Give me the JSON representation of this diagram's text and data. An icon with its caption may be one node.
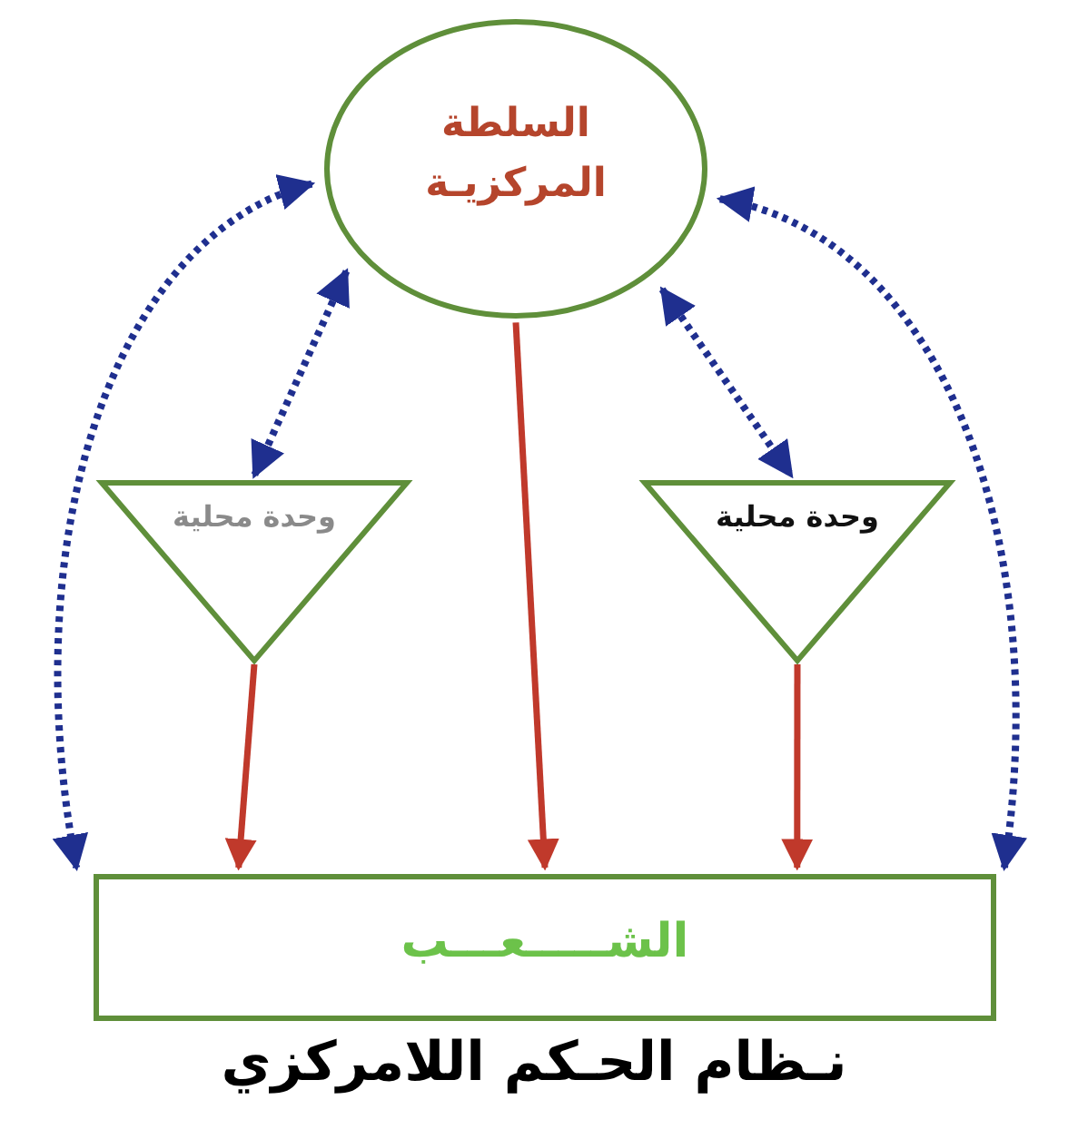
{
  "diagram": {
    "caption": "نـظام الحـكم اللامركزي",
    "nodes": [
      {
        "text": [
          "السلطة المركزيـة"
        ]
      },
      {
        "text": [
          "وحدة محلية"
        ]
      },
      {
        "text": [
          "وحدة محلية"
        ]
      },
      {
        "text": [
          "الشـــــعـــب"
        ]
      }
    ],
    "edges": [
      {
        "from": 0,
        "to": 3,
        "arrow": "both",
        "style": "dashed"
      },
      {
        "from": 0,
        "to": 1,
        "arrow": "both",
        "style": "dashed"
      },
      {
        "from": 0,
        "to": 3,
        "arrow": "to",
        "color": "#c0392b"
      },
      {
        "from": 0,
        "to": 2,
        "arrow": "both",
        "style": "dashed"
      },
      {
        "from": 0,
        "to": 3,
        "arrow": "both",
        "style": "dashed"
      },
      {
        "from": 1,
        "to": 3,
        "arrow": "to",
        "color": "#c0392b"
      },
      {
        "from": 2,
        "to": 3,
        "arrow": "to",
        "color": "#c0392b"
      }
    ]
  }
}
